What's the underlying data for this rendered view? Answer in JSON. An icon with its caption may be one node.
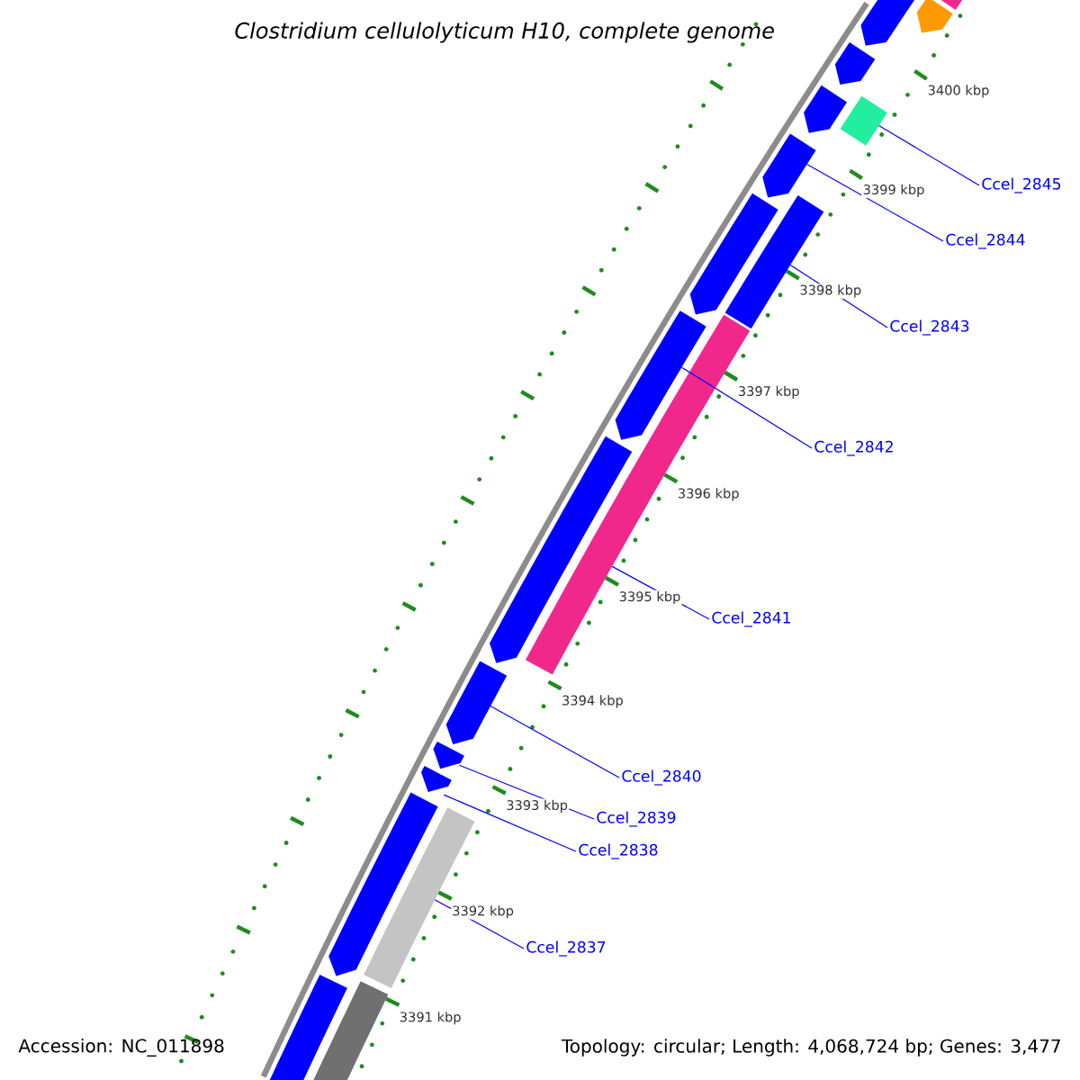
{
  "diagram": {
    "title": "Clostridium cellulolyticum H10, complete genome",
    "nodes": [
      {
        "text": [
          "Ccel_2845"
        ]
      },
      {
        "text": [
          "Ccel_2844"
        ]
      },
      {
        "text": [
          "Ccel_2843"
        ]
      },
      {
        "text": [
          "Ccel_2842"
        ]
      },
      {
        "text": [
          "Ccel_2841"
        ]
      },
      {
        "text": [
          "Ccel_2840"
        ]
      },
      {
        "text": [
          "Ccel_2839"
        ]
      },
      {
        "text": [
          "Ccel_2838"
        ]
      },
      {
        "text": [
          "Ccel_2837"
        ]
      },
      {
        "text": [],
        "shape": "box"
      },
      {
        "text": [],
        "shape": "pentagon"
      },
      {
        "text": [],
        "shape": "pentagon"
      },
      {
        "text": [],
        "shape": "pentagon"
      },
      {
        "text": [],
        "shape": "box"
      },
      {
        "text": [],
        "shape": "pentagon"
      },
      {
        "text": [],
        "shape": "pentagon"
      },
      {
        "text": [],
        "shape": "box"
      },
      {
        "text": [],
        "shape": "pentagon"
      },
      {
        "text": [],
        "shape": "box"
      },
      {
        "text": [],
        "shape": "pentagon"
      },
      {
        "text": [],
        "shape": "pentagon"
      },
      {
        "text": [],
        "shape": "pentagon"
      },
      {
        "text": [],
        "shape": "pentagon"
      },
      {
        "text": [],
        "shape": "pentagon"
      },
      {
        "text": [],
        "shape": "box"
      },
      {
        "text": [],
        "shape": "pentagon"
      },
      {
        "text": [],
        "shape": "box"
      },
      {
        "text": [],
        "shape": "pentagon"
      }
    ],
    "edges": [
      {
        "from": 0,
        "to": 13,
        "arrow": "none"
      },
      {
        "from": 1,
        "to": 15,
        "arrow": "none"
      },
      {
        "from": 2,
        "to": 16,
        "arrow": "none"
      },
      {
        "from": 3,
        "to": 19,
        "arrow": "none"
      },
      {
        "from": 4,
        "to": 18,
        "arrow": "none"
      },
      {
        "from": 5,
        "to": 21,
        "arrow": "none"
      },
      {
        "from": 6,
        "to": 22,
        "arrow": "none"
      },
      {
        "from": 7,
        "to": 23,
        "arrow": "none"
      },
      {
        "from": 8,
        "to": 24,
        "arrow": "none"
      }
    ],
    "labels": [
      "3400 kbp",
      "3399 kbp",
      "3398 kbp",
      "3397 kbp",
      "3396 kbp",
      "3395 kbp",
      "3394 kbp",
      "3393 kbp",
      "3392 kbp",
      "3391 kbp",
      "Accession: NC_011898",
      "Topology: circular; Length: 4,068,724 bp; Genes: 3,477"
    ]
  }
}
